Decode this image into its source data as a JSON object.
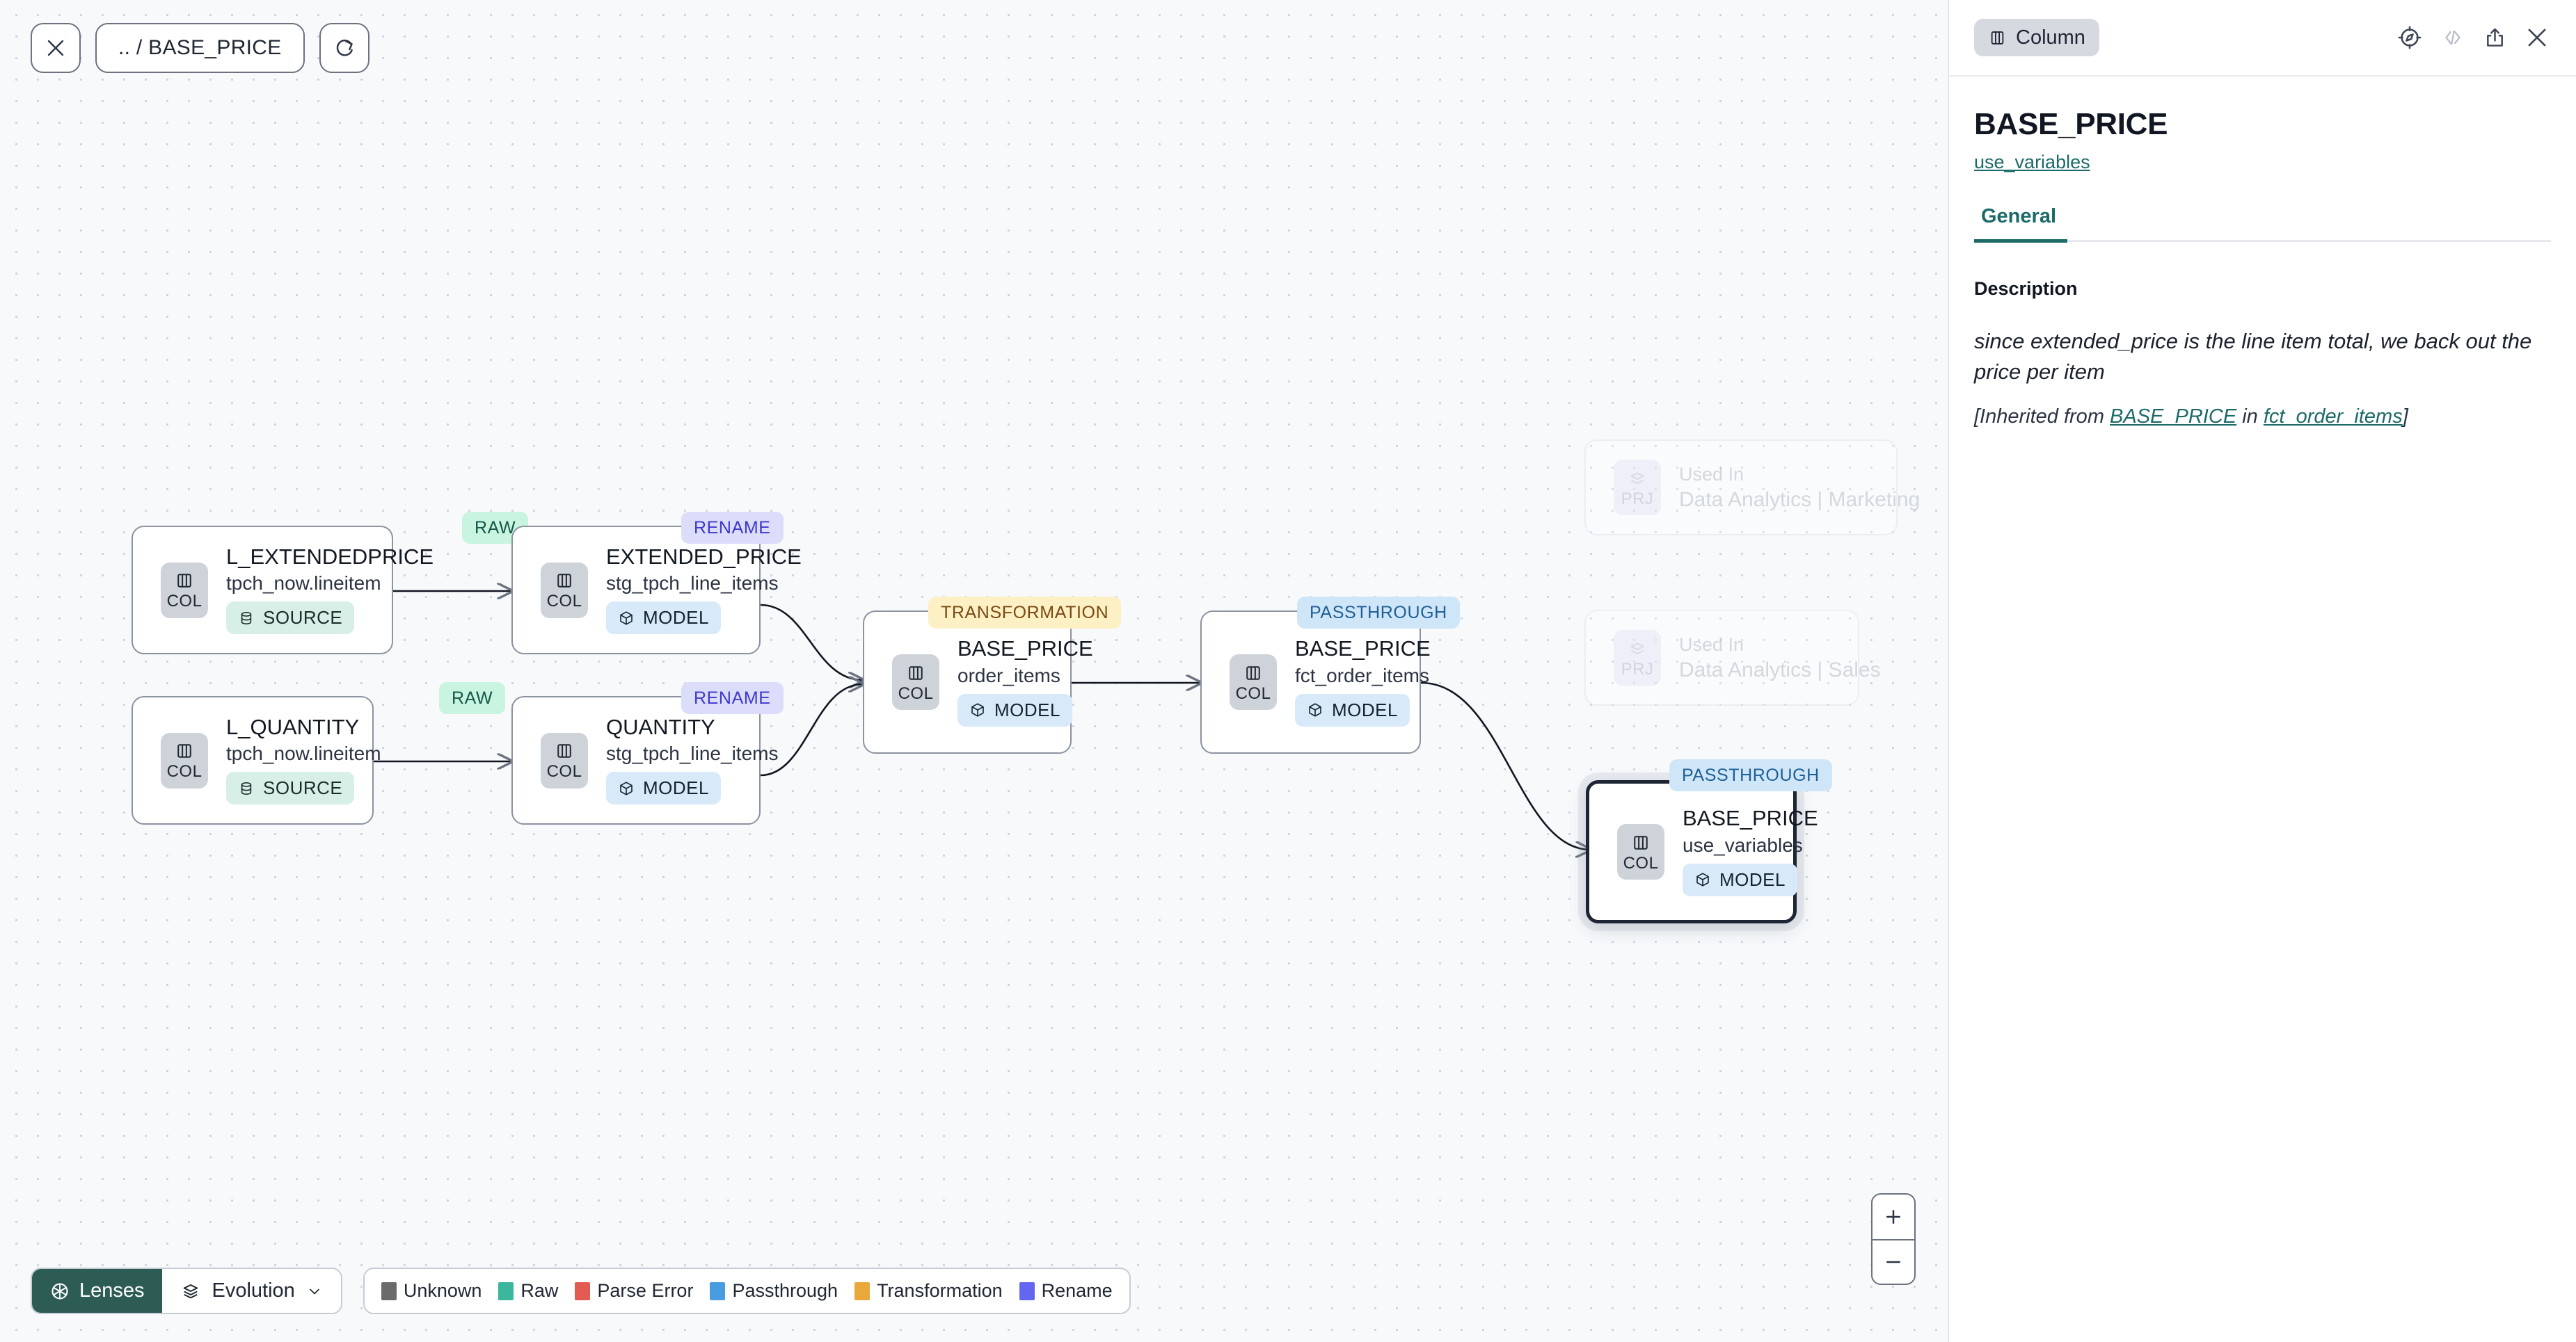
{
  "toolbar": {
    "close_label": "close-icon",
    "breadcrumb": ".. / BASE_PRICE",
    "refresh_label": "refresh-icon"
  },
  "graph": {
    "nodes": [
      {
        "id": "l_extendedprice",
        "title": "L_EXTENDEDPRICE",
        "subtitle": "tpch_now.lineitem",
        "badge": "COL",
        "chip": "SOURCE",
        "chip_type": "source",
        "tag": "RAW",
        "tag_type": "raw",
        "selected": false
      },
      {
        "id": "l_quantity",
        "title": "L_QUANTITY",
        "subtitle": "tpch_now.lineitem",
        "badge": "COL",
        "chip": "SOURCE",
        "chip_type": "source",
        "tag": "RAW",
        "tag_type": "raw",
        "selected": false
      },
      {
        "id": "extended_price",
        "title": "EXTENDED_PRICE",
        "subtitle": "stg_tpch_line_items",
        "badge": "COL",
        "chip": "MODEL",
        "chip_type": "model",
        "tag": "RENAME",
        "tag_type": "rename",
        "selected": false
      },
      {
        "id": "quantity",
        "title": "QUANTITY",
        "subtitle": "stg_tpch_line_items",
        "badge": "COL",
        "chip": "MODEL",
        "chip_type": "model",
        "tag": "RENAME",
        "tag_type": "rename",
        "selected": false
      },
      {
        "id": "base_price_order_items",
        "title": "BASE_PRICE",
        "subtitle": "order_items",
        "badge": "COL",
        "chip": "MODEL",
        "chip_type": "model",
        "tag": "TRANSFORMATION",
        "tag_type": "transformation",
        "selected": false
      },
      {
        "id": "base_price_fct",
        "title": "BASE_PRICE",
        "subtitle": "fct_order_items",
        "badge": "COL",
        "chip": "MODEL",
        "chip_type": "model",
        "tag": "PASSTHROUGH",
        "tag_type": "passthrough",
        "selected": false
      },
      {
        "id": "base_price_use_variables",
        "title": "BASE_PRICE",
        "subtitle": "use_variables",
        "badge": "COL",
        "chip": "MODEL",
        "chip_type": "model",
        "tag": "PASSTHROUGH",
        "tag_type": "passthrough",
        "selected": true
      }
    ],
    "used_in": [
      {
        "id": "used_in_marketing",
        "badge": "PRJ",
        "label": "Used In",
        "title": "Data Analytics | Marketing"
      },
      {
        "id": "used_in_sales",
        "badge": "PRJ",
        "label": "Used In",
        "title": "Data Analytics | Sales"
      }
    ]
  },
  "bottom": {
    "lenses_label": "Lenses",
    "evolution_label": "Evolution",
    "legend": [
      {
        "label": "Unknown",
        "color": "#6b6b6b"
      },
      {
        "label": "Raw",
        "color": "#3cb79e"
      },
      {
        "label": "Parse Error",
        "color": "#e15b50"
      },
      {
        "label": "Passthrough",
        "color": "#4a9ce0"
      },
      {
        "label": "Transformation",
        "color": "#e8a93a"
      },
      {
        "label": "Rename",
        "color": "#6366f1"
      }
    ],
    "zoom_in": "+",
    "zoom_out": "−"
  },
  "panel": {
    "type_chip": "Column",
    "title": "BASE_PRICE",
    "subtitle_link": "use_variables",
    "tabs": [
      {
        "label": "General",
        "active": true
      }
    ],
    "description_label": "Description",
    "description": "since extended_price is the line item total, we back out the price per item",
    "inherited_prefix": "[Inherited from ",
    "inherited_column": "BASE_PRICE",
    "inherited_mid": " in ",
    "inherited_model": "fct_order_items",
    "inherited_suffix": "]"
  }
}
